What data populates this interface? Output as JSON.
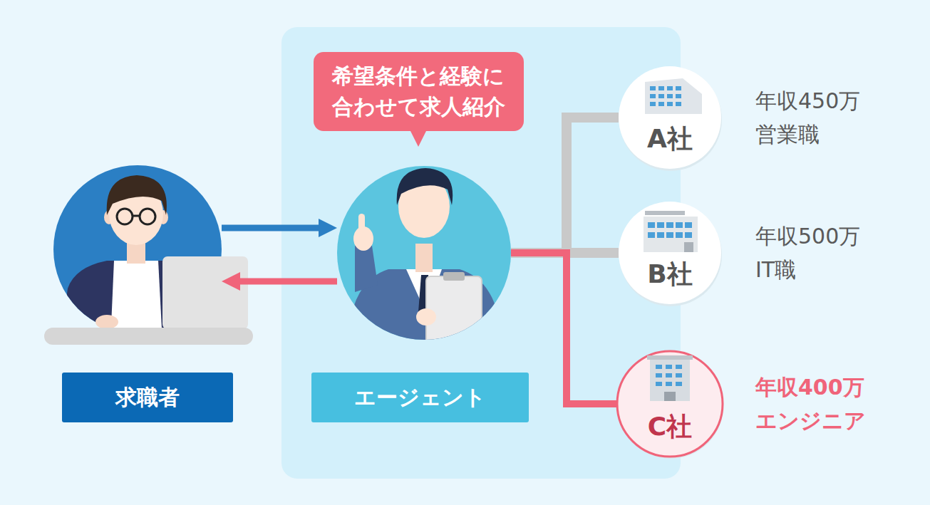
{
  "diagram": {
    "nodes": [
      {
        "text": [
          "求職者"
        ]
      },
      {
        "text": [
          "希望条件と経験に 合わせて求人紹介"
        ]
      },
      {
        "text": [
          "エージェント"
        ]
      },
      {
        "text": [
          "A社",
          "年収450万 営業職"
        ]
      },
      {
        "text": [
          "B社",
          "年収500万 IT職"
        ]
      },
      {
        "text": [
          "C社",
          "年収400万 エンジニア"
        ]
      }
    ],
    "edges": [
      {
        "from": 0,
        "to": 2,
        "arrow": "to"
      },
      {
        "from": 2,
        "to": 0,
        "arrow": "to"
      },
      {
        "from": 2,
        "to": 3,
        "arrow": "none"
      },
      {
        "from": 2,
        "to": 4,
        "arrow": "none"
      },
      {
        "from": 2,
        "to": 5,
        "arrow": "none"
      }
    ]
  }
}
